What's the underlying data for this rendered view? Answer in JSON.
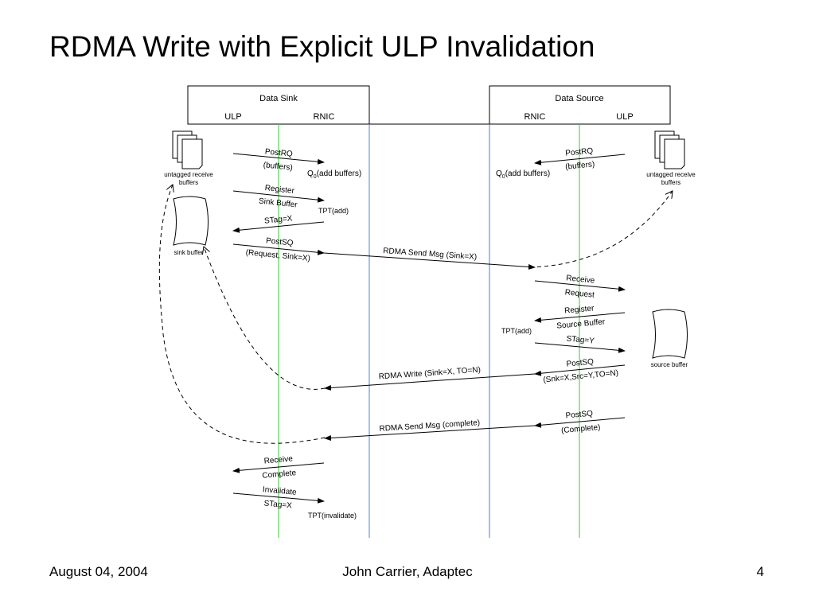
{
  "title": "RDMA Write with Explicit ULP Invalidation",
  "footer": {
    "date": "August 04, 2004",
    "author": "John Carrier, Adaptec",
    "page": "4"
  },
  "lanes": {
    "sink_title": "Data Sink",
    "sink_ulp": "ULP",
    "sink_rnic": "RNIC",
    "source_title": "Data Source",
    "source_rnic": "RNIC",
    "source_ulp": "ULP"
  },
  "buffers": {
    "sink_untagged": [
      "untagged receive",
      "buffers"
    ],
    "source_untagged": [
      "untagged receive",
      "buffers"
    ],
    "sink_buffer": "sink buffer",
    "source_buffer": "source buffer"
  },
  "labels": {
    "sink_post_rq": [
      "PostRQ",
      "(buffers)"
    ],
    "sink_q0": "Q0(add buffers)",
    "source_post_rq": [
      "PostRQ",
      "(buffers)"
    ],
    "source_q0": "Q0(add buffers)",
    "sink_register": [
      "Register",
      "Sink Buffer"
    ],
    "sink_tpt_add": "TPT(add)",
    "stag_x": "STag=X",
    "sink_post_sq": [
      "PostSQ",
      "(Request, Sink=X)"
    ],
    "send_request": "RDMA Send Msg (Sink=X)",
    "receive_request": [
      "Receive",
      "Request"
    ],
    "source_register": [
      "Register",
      "Source Buffer"
    ],
    "source_tpt_add": "TPT(add)",
    "stag_y": "STag=Y",
    "source_post_sq_write": [
      "PostSQ",
      "(Snk=X,Src=Y,TO=N)"
    ],
    "rdma_write": "RDMA Write (Sink=X, TO=N)",
    "source_post_sq_complete": [
      "PostSQ",
      "(Complete)"
    ],
    "send_complete": "RDMA Send Msg (complete)",
    "receive_complete": [
      "Receive",
      "Complete"
    ],
    "invalidate": [
      "Invalidate",
      "STag=X"
    ],
    "tpt_invalidate": "TPT(invalidate)"
  },
  "colors": {
    "ulp_lifeline": "#33cc33",
    "rnic_lifeline": "#4a7fd8",
    "line": "#000000"
  }
}
